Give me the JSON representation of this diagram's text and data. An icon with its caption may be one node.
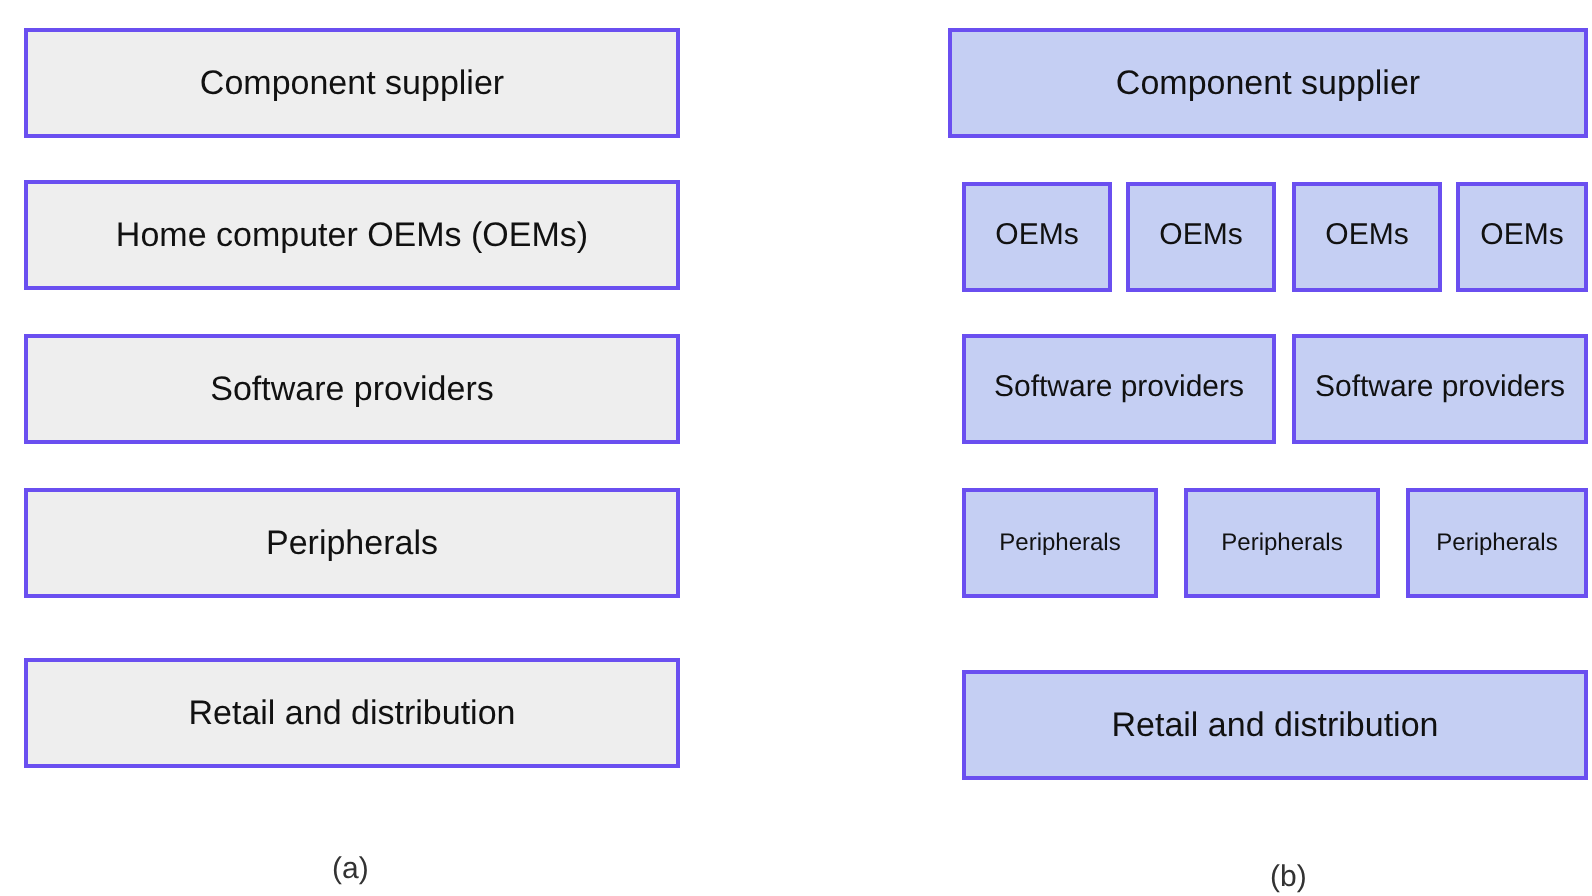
{
  "diagram": {
    "nodes": [
      {
        "text": [
          "Component supplier"
        ]
      },
      {
        "text": [
          "Home computer OEMs (OEMs)"
        ]
      },
      {
        "text": [
          "Software providers"
        ]
      },
      {
        "text": [
          "Peripherals"
        ]
      },
      {
        "text": [
          "Retail and distribution"
        ]
      },
      {
        "text": [
          "Component supplier"
        ]
      },
      {
        "text": [
          "OEMs"
        ]
      },
      {
        "text": [
          "OEMs"
        ]
      },
      {
        "text": [
          "OEMs"
        ]
      },
      {
        "text": [
          "OEMs"
        ]
      },
      {
        "text": [
          "Software providers"
        ]
      },
      {
        "text": [
          "Software providers"
        ]
      },
      {
        "text": [
          "Peripherals"
        ]
      },
      {
        "text": [
          "Peripherals"
        ]
      },
      {
        "text": [
          "Peripherals"
        ]
      },
      {
        "text": [
          "Retail and distribution"
        ]
      }
    ],
    "labels": [
      "(a)",
      "(b)"
    ]
  }
}
